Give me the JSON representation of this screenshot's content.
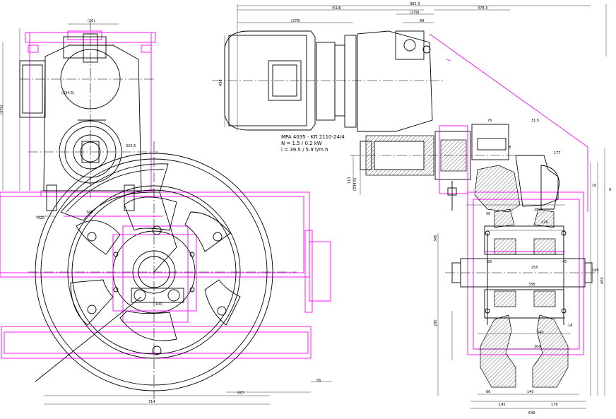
{
  "colors": {
    "line": "#000000",
    "highlight": "#ff00ff",
    "background": "#ffffff"
  },
  "motor_spec": {
    "line1": "MPA 4035 - KП 2110-24/4",
    "line2": "N = 1.5 / 0.2 kW",
    "line3": "i = 39.5 / 5.9 t/m h"
  },
  "dimensions": {
    "d_top_overall": "982.3",
    "d_514": "(514)",
    "d_139": "(139)",
    "d_378": "378.3",
    "d_270": "(270)",
    "d_99": "99",
    "d_26": "(26)",
    "d_430": "430",
    "d_234": "(234.5)",
    "d_320": "320.5",
    "d_470": "(470)",
    "d_340": "340",
    "d_76": "76",
    "d_31": "31.5",
    "d_177": "177",
    "d_8": "8",
    "d_149": "149",
    "d_16": "16",
    "d_226": "226",
    "d_50": "50",
    "d_140": "140",
    "d_45": "45",
    "d_336": "336",
    "d_240": "240",
    "d_14": "14",
    "d_282": "282",
    "d_300": "300",
    "d_145": "145",
    "d_178": "178",
    "d_640": "640",
    "d_714": "714",
    "d_557": "557",
    "d_56": "56",
    "d_100": "100",
    "d_m20": "M20",
    "d_56b": "56",
    "d_60": "60",
    "d_113": "113",
    "d_244": "(244.5)",
    "d_290": "290",
    "d_450": "450",
    "d_9": "9",
    "d_255": "255",
    "d_345": "345"
  }
}
